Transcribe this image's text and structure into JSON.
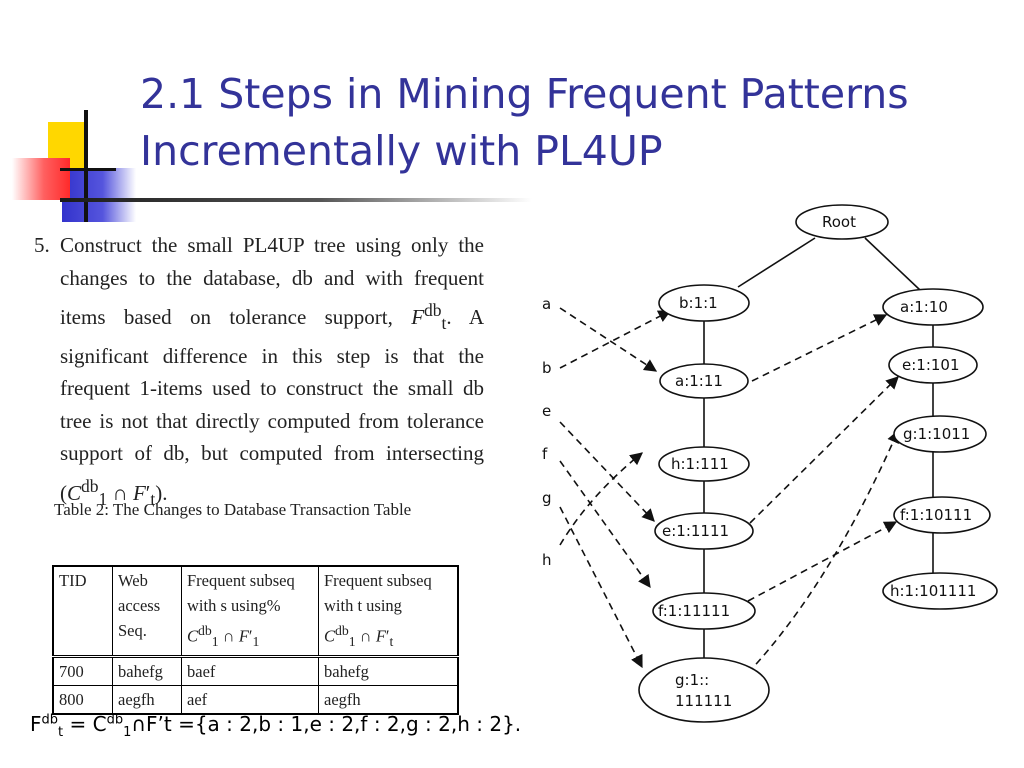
{
  "slide": {
    "title": "2.1 Steps in Mining Frequent Patterns Incrementally with PL4UP"
  },
  "step": {
    "number": "5.",
    "text_before_F": "Construct the small PL4UP tree using only the changes to the database, db and with frequent items based on tolerance support, ",
    "F_base": "F",
    "F_sup": "db",
    "F_sub": "t",
    "text_middle": ". A significant difference in this step is that the frequent 1-items used to construct the small db tree is not that directly computed from tolerance support of db, but computed from intersecting (",
    "C_base": "C",
    "C_sup": "db",
    "C_sub": "1",
    "cap": " ∩ ",
    "Fp_base": "F",
    "Fp_prime": "′",
    "Fp_sub": "t",
    "text_end": ")."
  },
  "table": {
    "caption": "Table 2:  The Changes to Database Transaction Table",
    "headers": {
      "tid": "TID",
      "web_line1": "Web",
      "web_line2": "access",
      "web_line3": "Seq.",
      "s_line1": "Frequent subseq",
      "s_line2": "with s using%",
      "s_C": "C",
      "s_C_sup": "db",
      "s_C_sub": "1",
      "s_cap": " ∩ ",
      "s_F": "F",
      "s_F_prime": "′",
      "s_F_sub": "1",
      "t_line1": "Frequent subseq",
      "t_line2": "with t using",
      "t_C": "C",
      "t_C_sup": "db",
      "t_C_sub": "1",
      "t_cap": " ∩ ",
      "t_F": "F",
      "t_F_prime": "′",
      "t_F_sub": "t"
    },
    "rows": [
      {
        "tid": "700",
        "seq": "bahefg",
        "s": "baef",
        "t": "bahefg"
      },
      {
        "tid": "800",
        "seq": "aegfh",
        "s": "aef",
        "t": "aegfh"
      }
    ]
  },
  "formula": {
    "F": "F",
    "F_sup": "db",
    "F_sub": "t",
    "eq": " = C",
    "C_sup": "db",
    "C_sub": "1",
    "rest": "∩F’t ={a : 2,b : 1,e : 2,f : 2,g : 2,h : 2}."
  },
  "tree": {
    "root": "Root",
    "left_nodes": [
      "b:1:1",
      "a:1:11",
      "h:1:111",
      "e:1:1111",
      "f:1:11111",
      "g:1::",
      "111111"
    ],
    "right_nodes": [
      "a:1:10",
      "e:1:101",
      "g:1:1011",
      "f:1:10111",
      "h:1:101111"
    ],
    "items": [
      "a",
      "b",
      "e",
      "f",
      "g",
      "h"
    ]
  },
  "colors": {
    "title": "#333399",
    "deco_yellow": "#ffd700",
    "deco_blue": "#3333cc",
    "deco_red": "#ff3333"
  }
}
